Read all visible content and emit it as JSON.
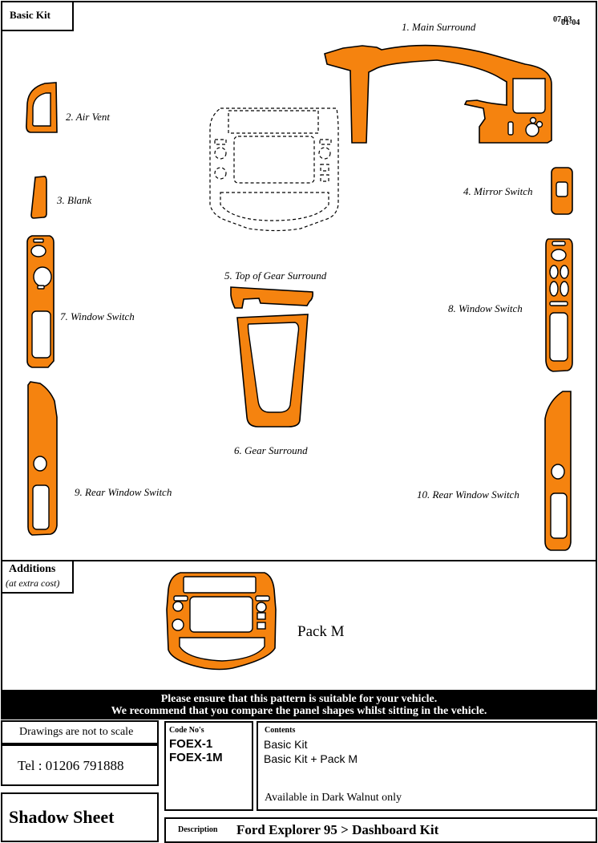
{
  "header": {
    "kit_label": "Basic Kit",
    "code_a": "07-03",
    "code_b": "01-04"
  },
  "parts": [
    {
      "label": "1. Main Surround"
    },
    {
      "label": "2. Air Vent"
    },
    {
      "label": "3. Blank"
    },
    {
      "label": "4. Mirror Switch"
    },
    {
      "label": "5. Top of Gear Surround"
    },
    {
      "label": "6. Gear Surround"
    },
    {
      "label": "7. Window Switch"
    },
    {
      "label": "8. Window Switch"
    },
    {
      "label": "9. Rear Window Switch"
    },
    {
      "label": "10. Rear Window Switch"
    }
  ],
  "additions": {
    "title": "Additions",
    "subtitle": "(at extra cost)",
    "pack_label": "Pack M"
  },
  "notice": {
    "line1": "Please ensure that this pattern is suitable for your vehicle.",
    "line2": "We recommend that you compare the panel shapes whilst sitting in the vehicle."
  },
  "footer": {
    "scale_note": "Drawings are not to scale",
    "phone": "Tel : 01206 791888",
    "sheet_title": "Shadow Sheet",
    "codes_heading": "Code No's",
    "codes": [
      "FOEX-1",
      "FOEX-1M"
    ],
    "contents_heading": "Contents",
    "contents": [
      "Basic Kit",
      "Basic Kit + Pack M"
    ],
    "availability": "Available in Dark Walnut only",
    "description_heading": "Description",
    "description": "Ford Explorer 95 > Dashboard Kit"
  },
  "colors": {
    "part_fill": "#F5830F",
    "notice_bg": "#000000",
    "notice_text": "#ffffff"
  }
}
